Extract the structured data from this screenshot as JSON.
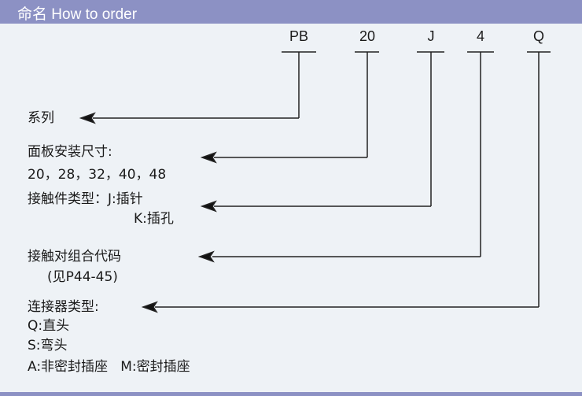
{
  "header": {
    "title": "命名 How to order"
  },
  "codes": [
    "PB",
    "20",
    "J",
    "4",
    "Q"
  ],
  "labels": {
    "series": "系列",
    "panel_size": "面板安装尺寸:",
    "panel_size_values": "20，28，32，40，48",
    "contact_type": "接触件类型：J:插针",
    "contact_type_k": "K:插孔",
    "contact_code": "接触对组合代码",
    "contact_code_ref": "(见P44-45)",
    "connector_type": "连接器类型:",
    "connector_q": "Q:直头",
    "connector_s": "S:弯头",
    "connector_am": "A:非密封插座   M:密封插座"
  }
}
